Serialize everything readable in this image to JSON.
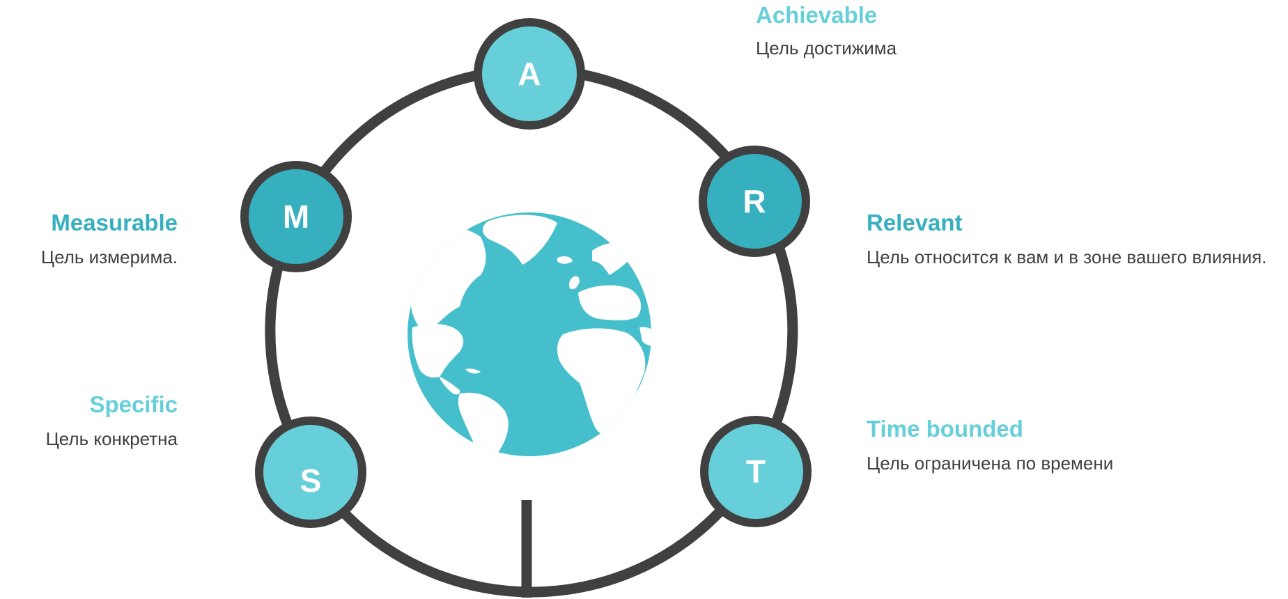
{
  "colors": {
    "ring": "#404040",
    "node_light": "#66cfd9",
    "node_dark": "#36b0bf",
    "globe_ocean": "#45bfcc",
    "globe_land": "#ffffff",
    "description_text": "#404040"
  },
  "nodes": {
    "a": {
      "letter": "A",
      "title": "Achievable",
      "description": "Цель достижима"
    },
    "m": {
      "letter": "M",
      "title": "Measurable",
      "description": "Цель измерима."
    },
    "r": {
      "letter": "R",
      "title": "Relevant",
      "description": "Цель относится  к вам и в зоне вашего влияния."
    },
    "s": {
      "letter": "S",
      "title": "Specific",
      "description": "Цель конкретна"
    },
    "t": {
      "letter": "T",
      "title": "Time bounded",
      "description": "Цель ограничена по времени"
    }
  },
  "center": {
    "icon": "globe-icon"
  }
}
